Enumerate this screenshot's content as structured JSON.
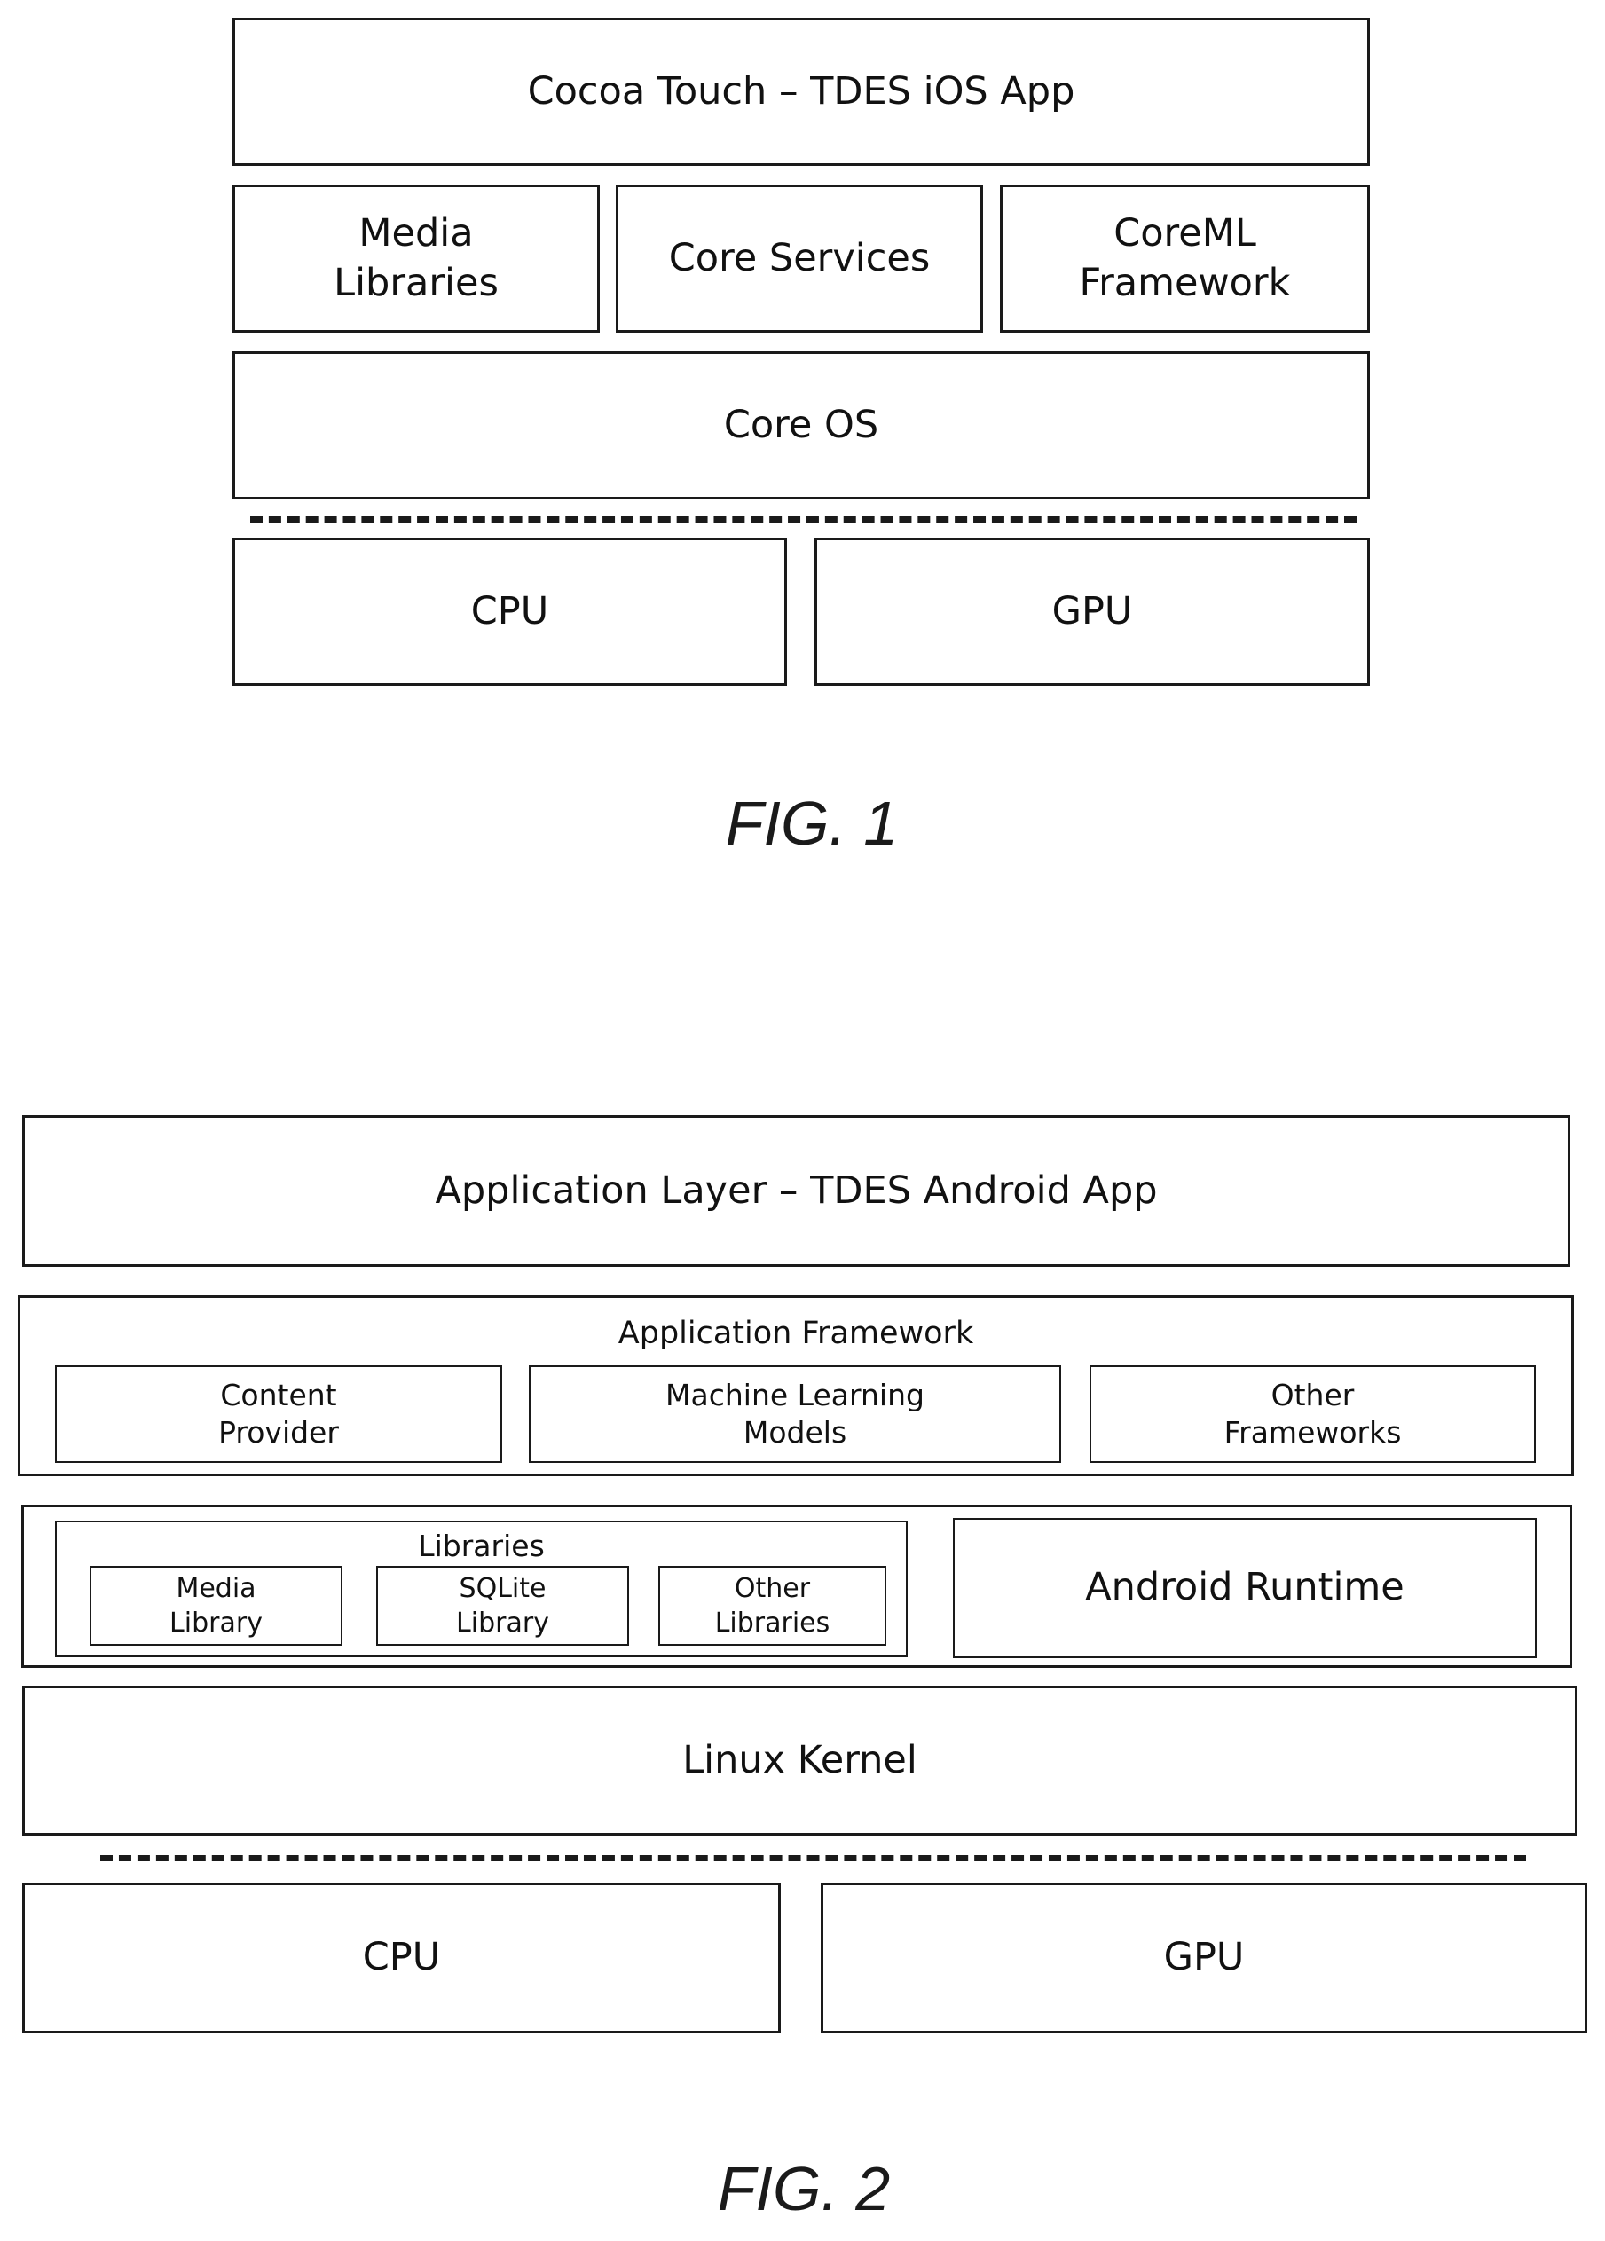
{
  "fig1": {
    "top_label": "Cocoa Touch – TDES iOS App",
    "media_label": "Media Libraries",
    "services_label": "Core Services",
    "coreml_label": "CoreML Framework",
    "coreos_label": "Core OS",
    "cpu_label": "CPU",
    "gpu_label": "GPU",
    "caption": "FIG. 1"
  },
  "fig2": {
    "top_label": "Application Layer – TDES Android App",
    "framework": {
      "title": "Application Framework",
      "content_provider": "Content Provider",
      "ml_models": "Machine Learning Models",
      "other_frameworks": "Other Frameworks"
    },
    "libraries": {
      "title": "Libraries",
      "media": "Media Library",
      "sqlite": "SQLite Library",
      "other": "Other Libraries"
    },
    "runtime_label": "Android Runtime",
    "kernel_label": "Linux Kernel",
    "cpu_label": "CPU",
    "gpu_label": "GPU",
    "caption": "FIG. 2"
  }
}
